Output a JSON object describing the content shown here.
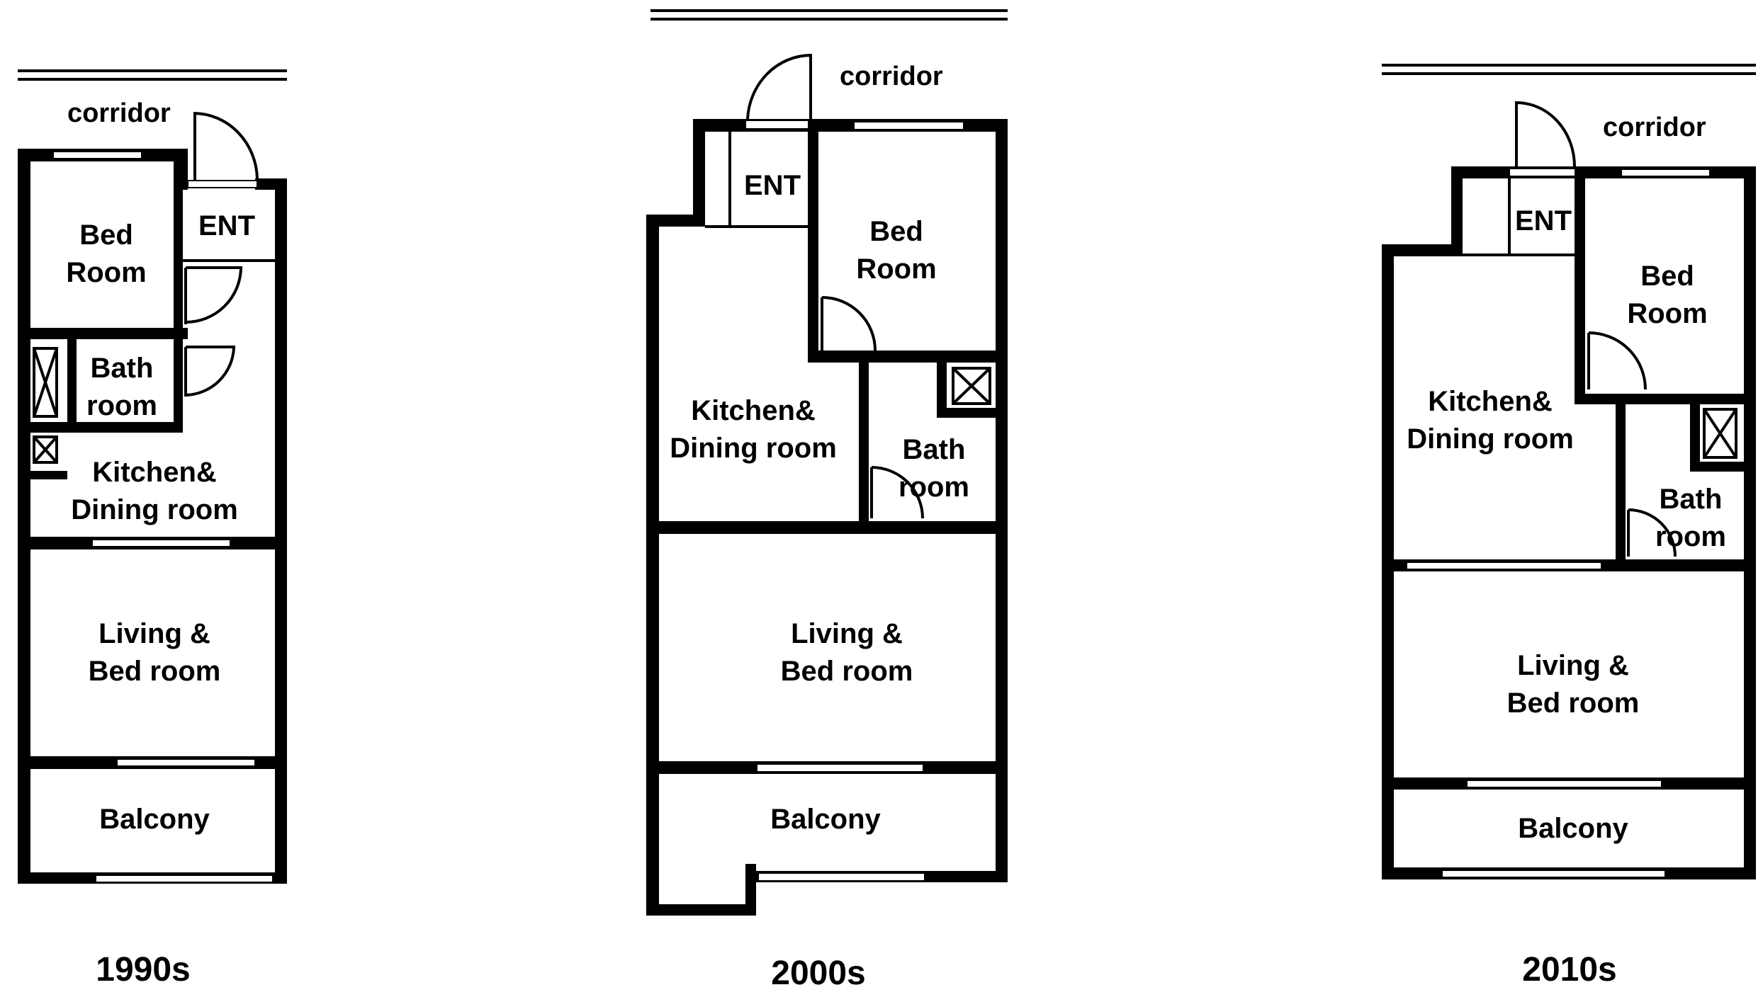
{
  "colors": {
    "wall": "#000000",
    "background": "#ffffff"
  },
  "plans": [
    {
      "decade": "1990s",
      "corridor": "corridor",
      "entrance": "ENT",
      "bedroom": [
        "Bed",
        "Room"
      ],
      "bathroom": [
        "Bath",
        "room"
      ],
      "kitchen": [
        "Kitchen&",
        "Dining room"
      ],
      "living": [
        "Living &",
        "Bed room"
      ],
      "balcony": "Balcony"
    },
    {
      "decade": "2000s",
      "corridor": "corridor",
      "entrance": "ENT",
      "bedroom": [
        "Bed",
        "Room"
      ],
      "bathroom": [
        "Bath",
        "room"
      ],
      "kitchen": [
        "Kitchen&",
        "Dining room"
      ],
      "living": [
        "Living &",
        "Bed room"
      ],
      "balcony": "Balcony"
    },
    {
      "decade": "2010s",
      "corridor": "corridor",
      "entrance": "ENT",
      "bedroom": [
        "Bed",
        "Room"
      ],
      "bathroom": [
        "Bath",
        "room"
      ],
      "kitchen": [
        "Kitchen&",
        "Dining room"
      ],
      "living": [
        "Living &",
        "Bed room"
      ],
      "balcony": "Balcony"
    }
  ]
}
